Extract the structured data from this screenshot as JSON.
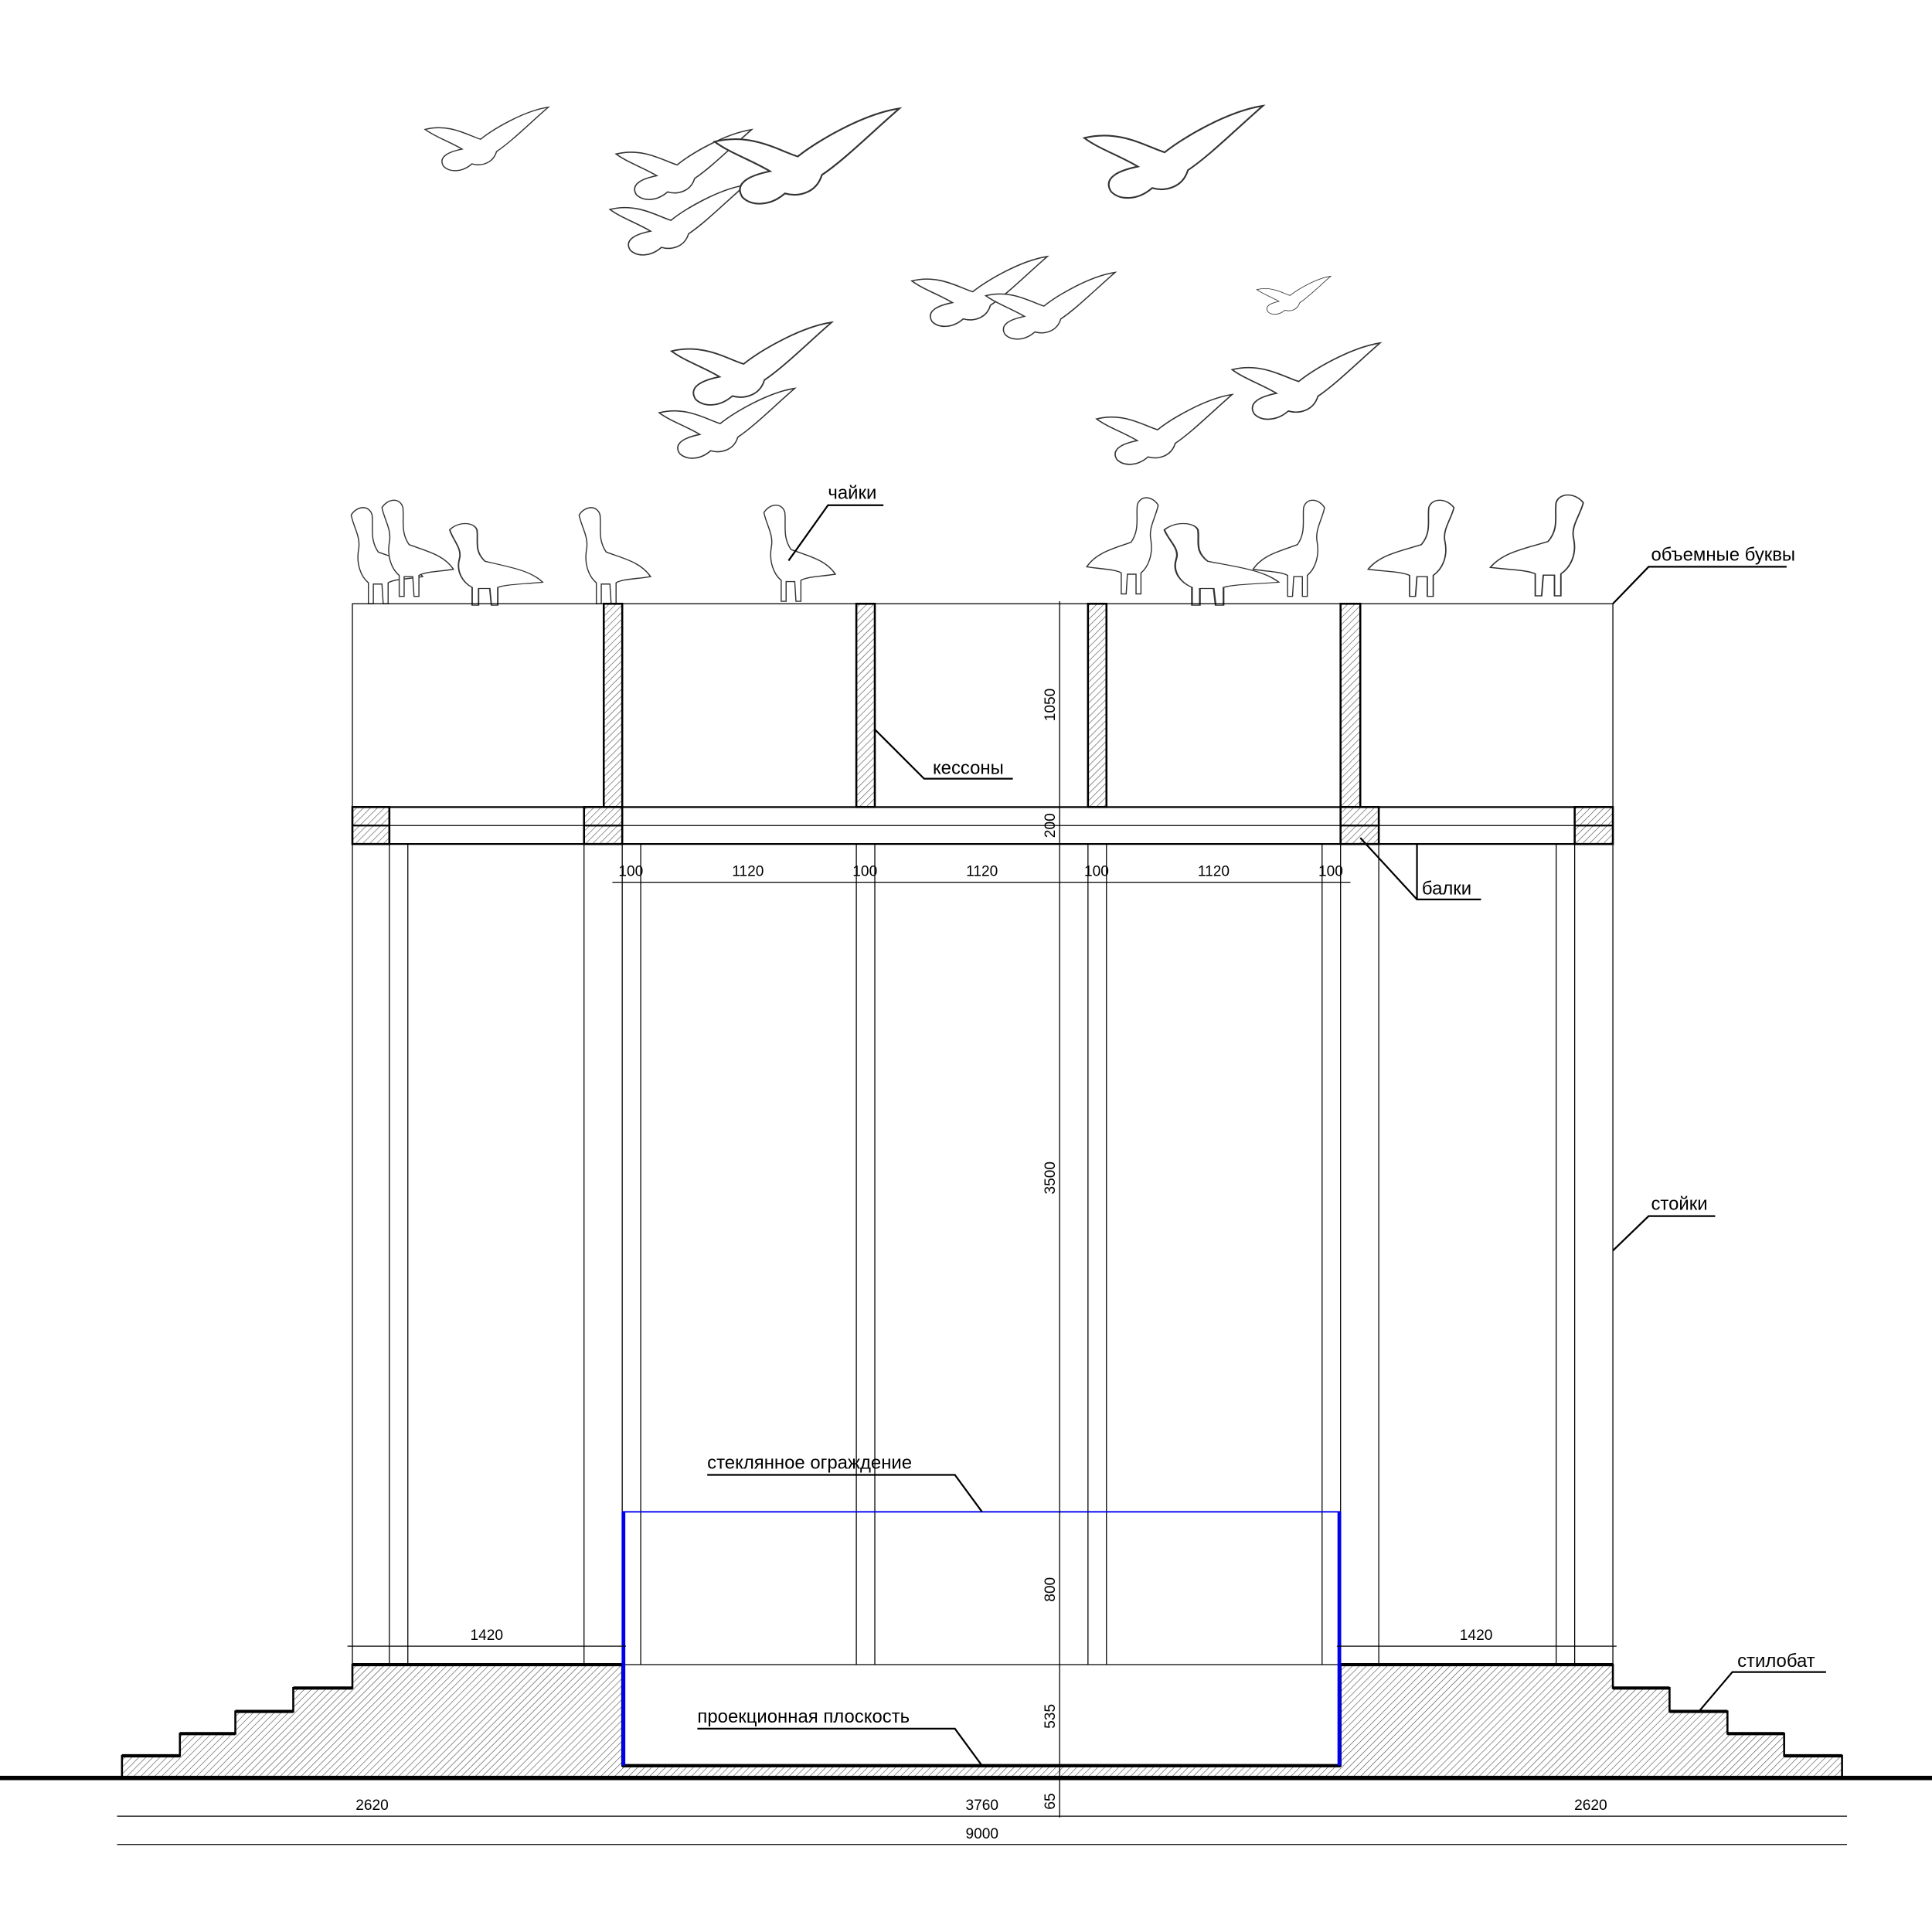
{
  "labels": {
    "seagulls": "чайки",
    "letters": "объемные буквы",
    "caissons": "кессоны",
    "beams": "балки",
    "posts": "стойки",
    "glass": "стеклянное ограждение",
    "projection": "проекционная плоскость",
    "stylobate": "стилобат"
  },
  "dimensions": {
    "caisson_height": "1050",
    "beam_height": "200",
    "post_height": "3500",
    "glass_height": "800",
    "pit_depth": "535",
    "base": "65",
    "widths": [
      "100",
      "1120",
      "100",
      "1120",
      "100",
      "1120",
      "100"
    ],
    "side_left": "1420",
    "side_right": "1420",
    "bottom": [
      "2620",
      "3760",
      "2620"
    ],
    "total": "9000"
  },
  "colors": {
    "glass": "#0000ee",
    "line": "#000000"
  }
}
